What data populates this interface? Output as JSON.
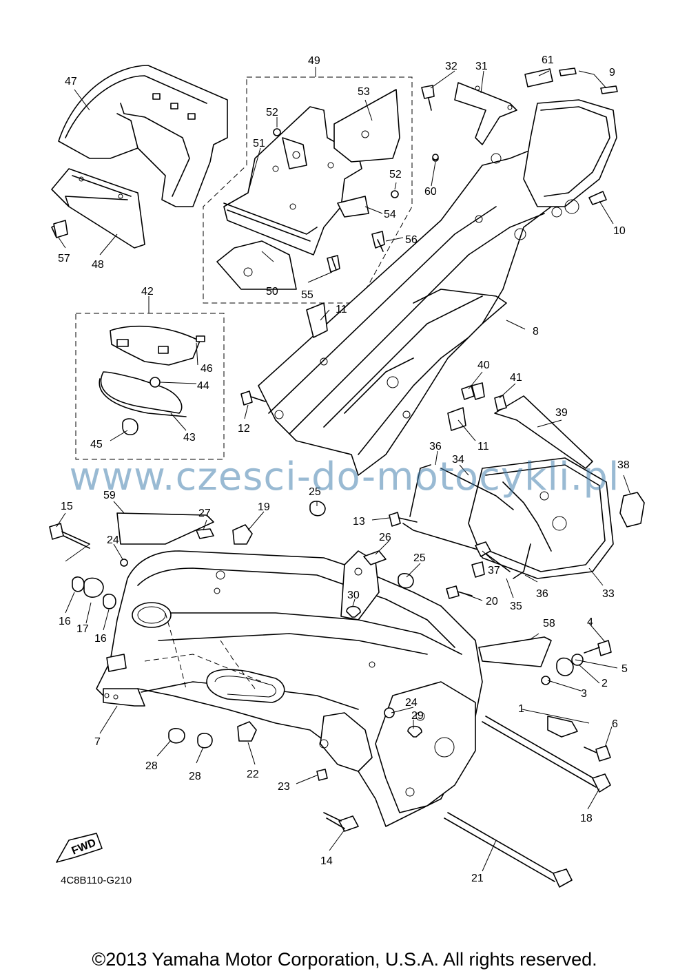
{
  "watermark": "www.czesci-do-motocykli.pl",
  "diagram_code": "4C8B110-G210",
  "fwd_label": "FWD",
  "copyright": "©2013 Yamaha Motor Corporation, U.S.A. All rights reserved.",
  "callouts": [
    "1",
    "2",
    "3",
    "4",
    "5",
    "6",
    "7",
    "8",
    "9",
    "10",
    "11",
    "11",
    "12",
    "13",
    "14",
    "15",
    "16",
    "16",
    "17",
    "18",
    "19",
    "20",
    "21",
    "22",
    "23",
    "24",
    "24",
    "25",
    "25",
    "26",
    "27",
    "28",
    "28",
    "29",
    "30",
    "31",
    "32",
    "33",
    "34",
    "35",
    "36",
    "36",
    "37",
    "38",
    "39",
    "40",
    "41",
    "42",
    "43",
    "44",
    "45",
    "46",
    "47",
    "48",
    "49",
    "50",
    "51",
    "52",
    "52",
    "53",
    "54",
    "55",
    "56",
    "57",
    "58",
    "59",
    "60",
    "61"
  ]
}
